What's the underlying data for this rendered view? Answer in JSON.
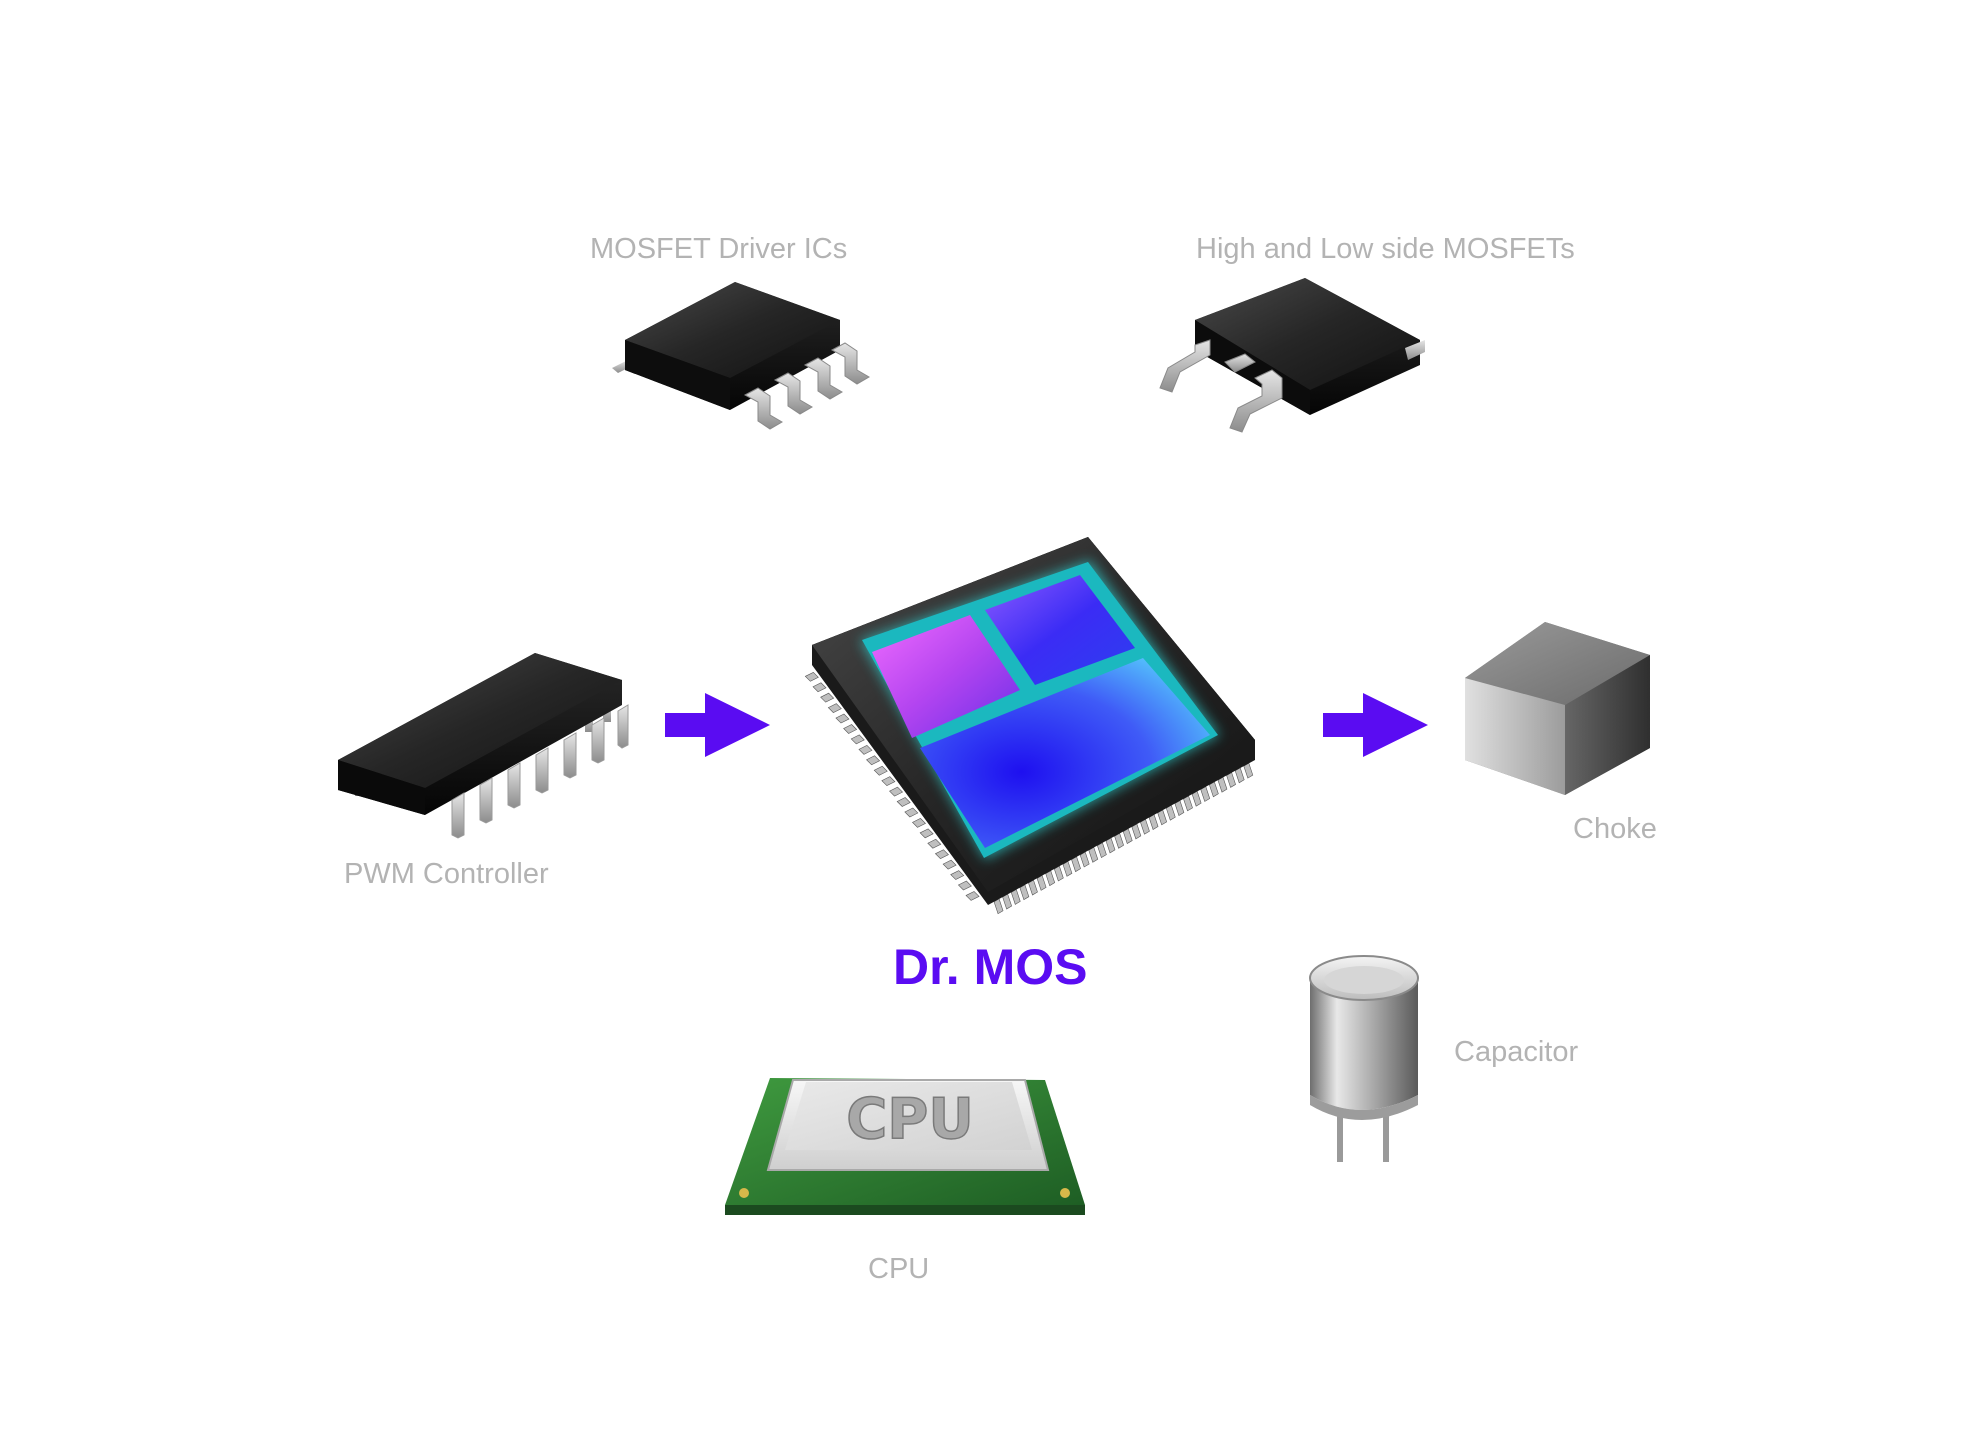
{
  "labels": {
    "mosfet_driver": "MOSFET Driver ICs",
    "high_low_mosfets": "High and Low side MOSFETs",
    "pwm_controller": "PWM Controller",
    "choke": "Choke",
    "capacitor": "Capacitor",
    "cpu": "CPU",
    "cpu_chip_text": "CPU"
  },
  "title": "Dr. MOS",
  "colors": {
    "accent": "#5a0cf2",
    "label": "#b3b3b3",
    "chip_body": "#1e1e1e",
    "pcb_green": "#2f7d32"
  },
  "icons": [
    "mosfet-driver-chip-icon",
    "mosfet-chip-icon",
    "pwm-controller-chip-icon",
    "dr-mos-chip-icon",
    "choke-icon",
    "capacitor-icon",
    "cpu-chip-icon",
    "arrow-right-icon"
  ]
}
